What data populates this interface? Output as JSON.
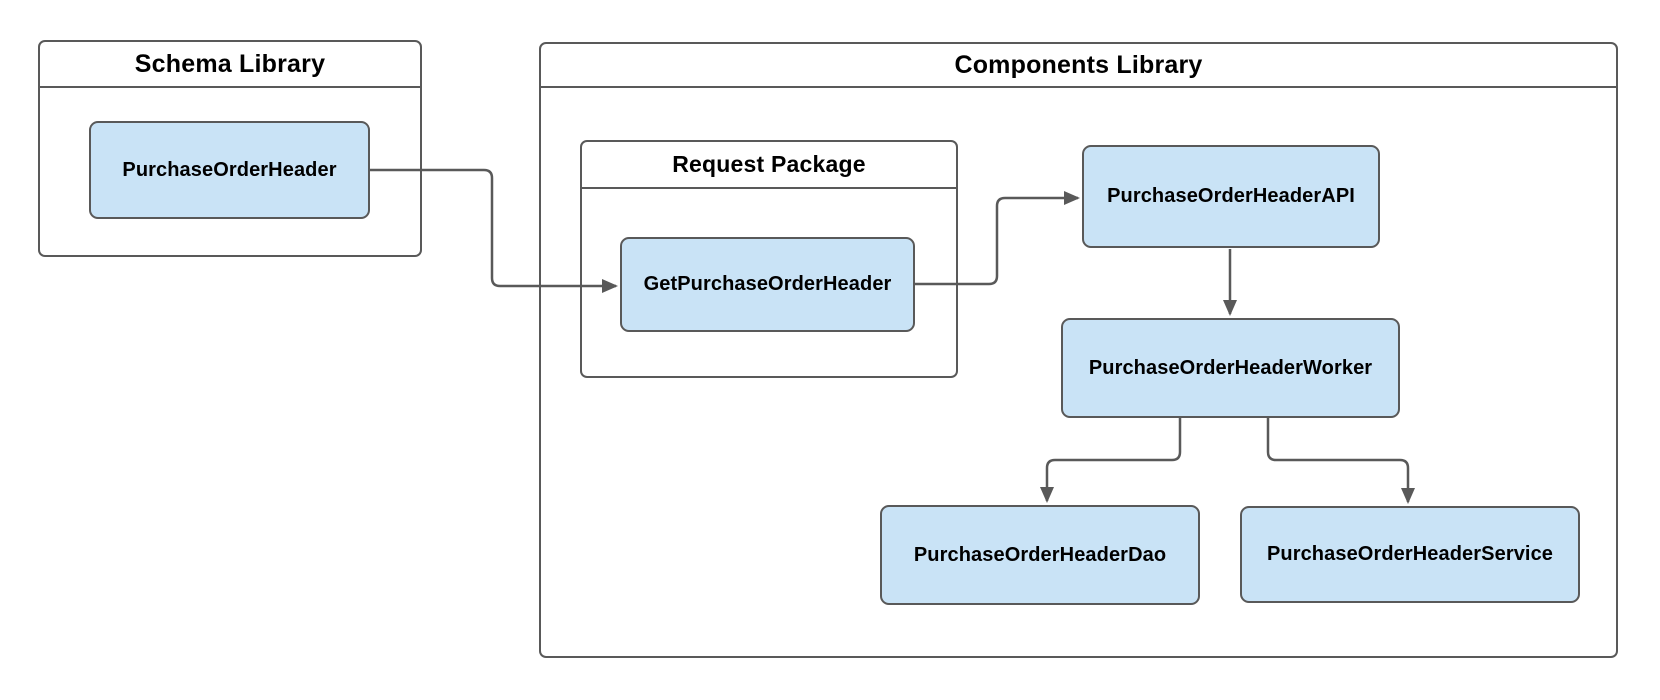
{
  "diagram": {
    "containers": {
      "schema_library": {
        "title": "Schema Library"
      },
      "components_library": {
        "title": "Components Library"
      },
      "request_package": {
        "title": "Request Package"
      }
    },
    "nodes": {
      "purchase_order_header": {
        "label": "PurchaseOrderHeader"
      },
      "get_purchase_order_header": {
        "label": "GetPurchaseOrderHeader"
      },
      "purchase_order_header_api": {
        "label": "PurchaseOrderHeaderAPI"
      },
      "purchase_order_header_worker": {
        "label": "PurchaseOrderHeaderWorker"
      },
      "purchase_order_header_dao": {
        "label": "PurchaseOrderHeaderDao"
      },
      "purchase_order_header_service": {
        "label": "PurchaseOrderHeaderService"
      }
    },
    "edges": [
      {
        "from": "PurchaseOrderHeader",
        "to": "GetPurchaseOrderHeader",
        "style": "orthogonal-arrow"
      },
      {
        "from": "GetPurchaseOrderHeader",
        "to": "PurchaseOrderHeaderAPI",
        "style": "orthogonal-arrow"
      },
      {
        "from": "PurchaseOrderHeaderAPI",
        "to": "PurchaseOrderHeaderWorker",
        "style": "straight-arrow"
      },
      {
        "from": "PurchaseOrderHeaderWorker",
        "to": "PurchaseOrderHeaderDao",
        "style": "orthogonal-arrow"
      },
      {
        "from": "PurchaseOrderHeaderWorker",
        "to": "PurchaseOrderHeaderService",
        "style": "orthogonal-arrow"
      }
    ],
    "colors": {
      "background": "#ffffff",
      "container_fill": "#ffffff",
      "node_fill": "#c9e3f6",
      "stroke": "#595959",
      "text": "#000000"
    }
  }
}
